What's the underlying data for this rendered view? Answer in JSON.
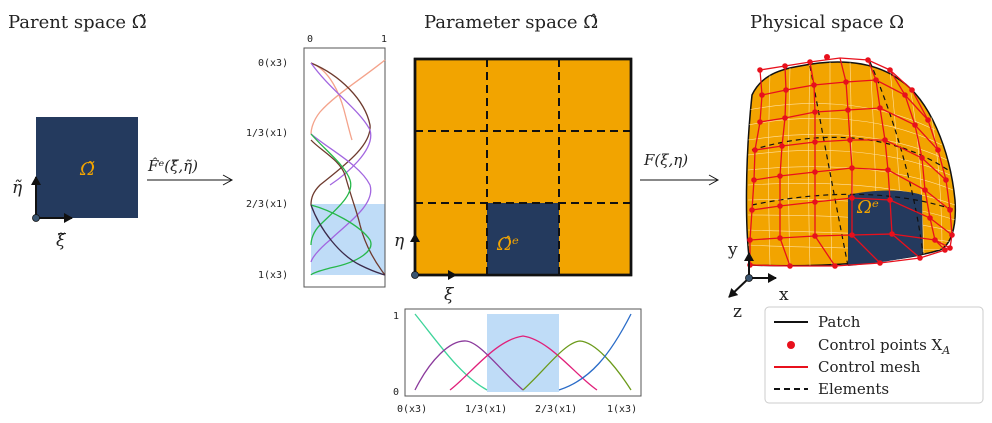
{
  "titles": {
    "parent": "Parent space Ω̃",
    "parameter": "Parameter space Ω̂",
    "physical": "Physical space Ω"
  },
  "parent": {
    "omega_label": "Ω̃",
    "eta_label": "η̃",
    "xi_label": "ξ̃"
  },
  "map_parent": "F̂ᵉ(ξ̃,η̃)",
  "map_physical": "F(ξ,η)",
  "parameter": {
    "element_label": "Ω̂ᵉ",
    "eta_label": "η",
    "xi_label": "ξ"
  },
  "physical": {
    "element_label": "Ωᵉ",
    "axes": {
      "x": "x",
      "y": "y",
      "z": "z"
    }
  },
  "vertical_basis": {
    "top_ticks": [
      "0",
      "1"
    ],
    "left_ticks": [
      "0(x3)",
      "1/3(x1)",
      "2/3(x1)",
      "1(x3)"
    ]
  },
  "horizontal_basis": {
    "left_ticks": [
      "1",
      "0"
    ],
    "bottom_ticks": [
      "0(x3)",
      "1/3(x1)",
      "2/3(x1)",
      "1(x3)"
    ]
  },
  "legend": {
    "patch": "Patch",
    "control_points": "Control points X",
    "control_points_sub": "A",
    "control_mesh": "Control mesh",
    "elements": "Elements"
  },
  "colors": {
    "navy": "#243a5e",
    "orange": "#f2a400",
    "red": "#e8101c",
    "highlight": "#bfdcf7"
  }
}
